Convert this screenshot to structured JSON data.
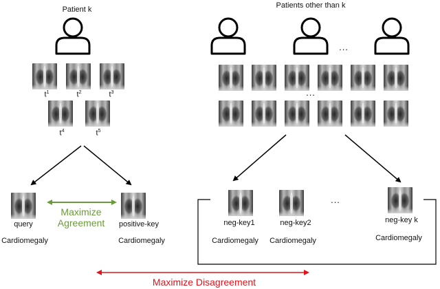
{
  "patient_k": {
    "title": "Patient k",
    "time_labels": [
      {
        "base": "t",
        "sup": "1"
      },
      {
        "base": "t",
        "sup": "2"
      },
      {
        "base": "t",
        "sup": "3"
      },
      {
        "base": "t",
        "sup": "4"
      },
      {
        "base": "t",
        "sup": "5"
      }
    ]
  },
  "other_patients": {
    "title": "Patients other than  k",
    "ellipsis": "...",
    "row_ellipsis": "..."
  },
  "positive_pair": {
    "query_label": "query",
    "positive_key_label": "positive-key",
    "query_class": "Cardiomegaly",
    "positive_key_class": "Cardiomegaly",
    "relation_line1": "Maximize",
    "relation_line2": "Agreement",
    "relation_color": "#6a9b3a"
  },
  "negatives": {
    "keys": [
      {
        "label": "neg-key1",
        "class": "Cardiomegaly"
      },
      {
        "label": "neg-key2",
        "class": "Cardiomegaly"
      },
      {
        "label": "neg-key k",
        "class": "Cardiomegaly"
      }
    ],
    "ellipsis": "..."
  },
  "disagreement": {
    "label": "Maximize Disagreement",
    "color": "#e0141b"
  }
}
